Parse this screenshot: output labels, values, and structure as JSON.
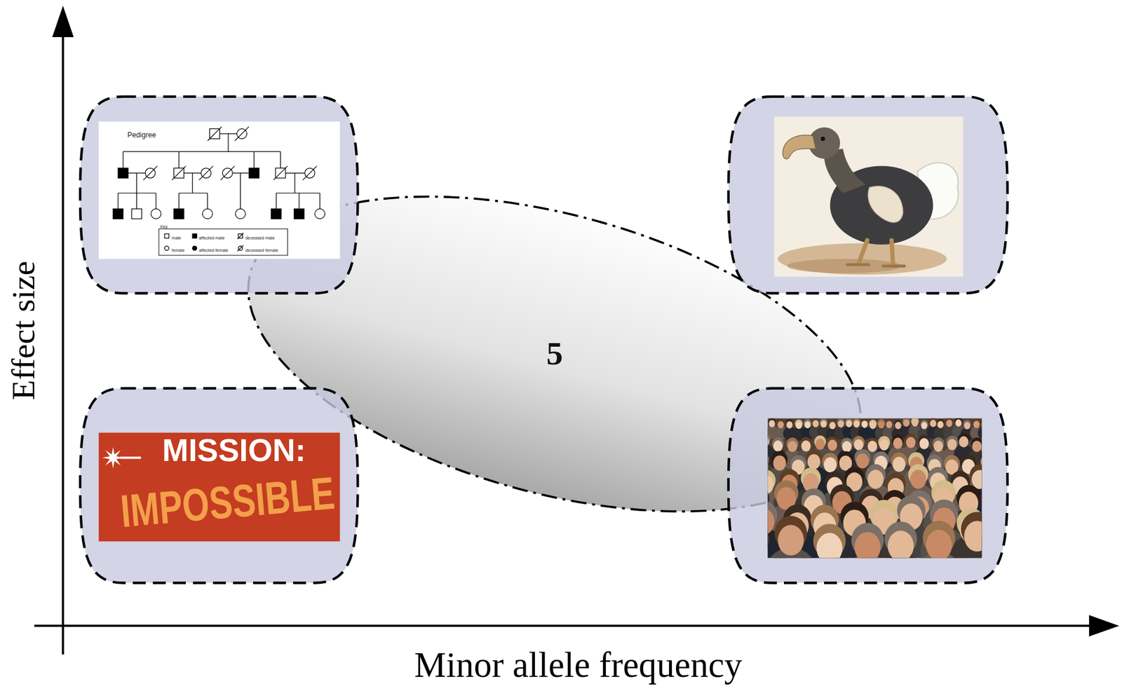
{
  "diagram": {
    "nodes": [
      {
        "text": [
          "Pedigree",
          "Key",
          "male",
          "affected male",
          "deceased male",
          "female",
          "affected female",
          "deceased female"
        ]
      },
      {
        "text": [
          "5"
        ]
      },
      {
        "text": [
          "MISSION:",
          "IMPOSSIBLE"
        ]
      }
    ],
    "labels": [
      "Effect size",
      "Minor allele frequency"
    ]
  }
}
